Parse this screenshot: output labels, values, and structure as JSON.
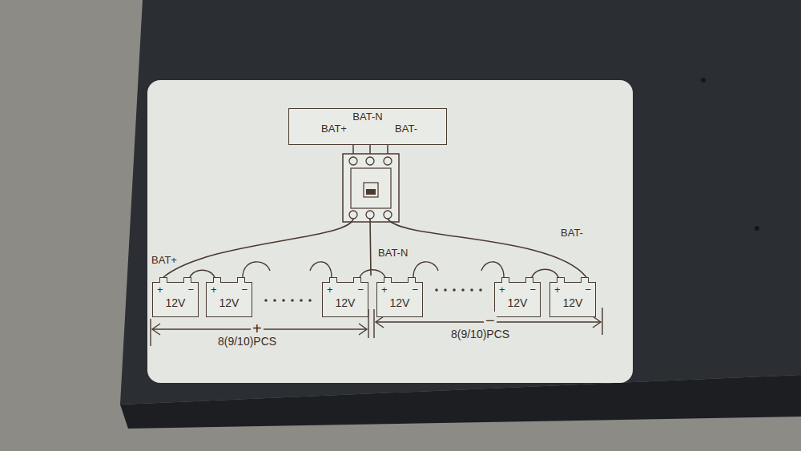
{
  "diagram": {
    "nodes": [
      {
        "text": [
          "BAT-N",
          "BAT+",
          "BAT-"
        ]
      },
      {
        "text": [
          "+",
          "−",
          "12V"
        ]
      },
      {
        "text": [
          "+",
          "−",
          "12V"
        ]
      },
      {
        "text": [
          "+",
          "−",
          "12V"
        ]
      },
      {
        "text": [
          "+",
          "−",
          "12V"
        ]
      },
      {
        "text": [
          "+",
          "−",
          "12V"
        ]
      },
      {
        "text": [
          "+",
          "−",
          "12V"
        ]
      }
    ],
    "edges": [
      {
        "from": 1,
        "to": 2,
        "arrow": "none"
      },
      {
        "from": 3,
        "to": 4,
        "arrow": "none"
      },
      {
        "from": 5,
        "to": 6,
        "arrow": "none"
      }
    ],
    "labels": [
      "BAT+",
      "BAT-N",
      "BAT-",
      "+",
      "8(9/10)PCS",
      "−",
      "8(9/10)PCS"
    ]
  }
}
